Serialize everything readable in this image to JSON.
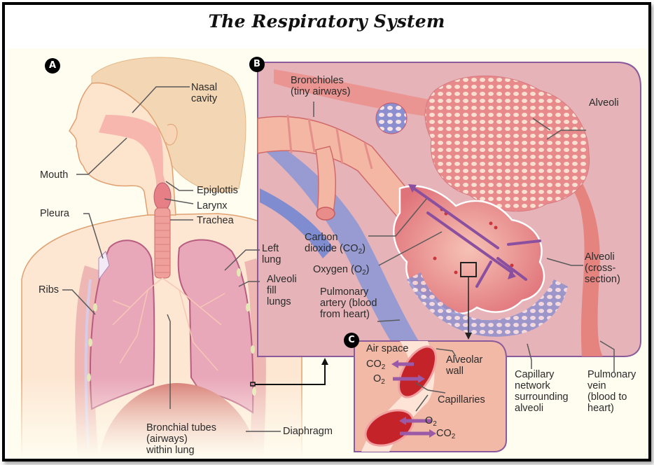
{
  "title": "The Respiratory System",
  "panels": {
    "a": {
      "badge": "A",
      "labels": {
        "nasal_cavity": "Nasal\ncavity",
        "mouth": "Mouth",
        "epiglottis": "Epiglottis",
        "larynx": "Larynx",
        "trachea": "Trachea",
        "pleura": "Pleura",
        "ribs": "Ribs",
        "left_lung": "Left\nlung",
        "alveoli_fill_lungs": "Alveoli\nfill\nlungs",
        "bronchial_tubes": "Bronchial tubes\n(airways)\nwithin lung",
        "diaphragm": "Diaphragm"
      }
    },
    "b": {
      "badge": "B",
      "labels": {
        "bronchioles": "Bronchioles\n(tiny airways)",
        "alveoli": "Alveoli",
        "carbon_dioxide_line1": "Carbon",
        "carbon_dioxide_line2": "dioxide (CO",
        "carbon_dioxide_sub": "2",
        "carbon_dioxide_end": ")",
        "oxygen": "Oxygen (O",
        "oxygen_sub": "2",
        "oxygen_end": ")",
        "pulmonary_artery": "Pulmonary\nartery (blood\nfrom heart)",
        "alveoli_cross_section": "Alveoli\n(cross-\nsection)",
        "capillary_network": "Capillary\nnetwork\nsurrounding\nalveoli",
        "pulmonary_vein": "Pulmonary\nvein\n(blood to\nheart)"
      }
    },
    "c": {
      "badge": "C",
      "labels": {
        "air_space": "Air space",
        "co2_out": "CO",
        "o2_in": "O",
        "alveolar_wall": "Alveolar\nwall",
        "capillaries": "Capillaries",
        "o2_lower": "O",
        "co2_lower": "CO",
        "sub2": "2"
      }
    }
  },
  "colors": {
    "background": "#fffdf0",
    "skin": "#fde7d0",
    "skin_outline": "#e0a070",
    "hair": "#f3d5b0",
    "lung": "#e9a5b8",
    "lung_outline": "#b85c80",
    "trachea": "#f09a96",
    "panel_b_bg": "#e7b3b8",
    "panel_border": "#8a5a9a",
    "artery_blue": "#7f8fd0",
    "alveoli_red": "#e56868",
    "co2_arrow": "#8a4f9e",
    "diaphragm": "#c8605a"
  }
}
